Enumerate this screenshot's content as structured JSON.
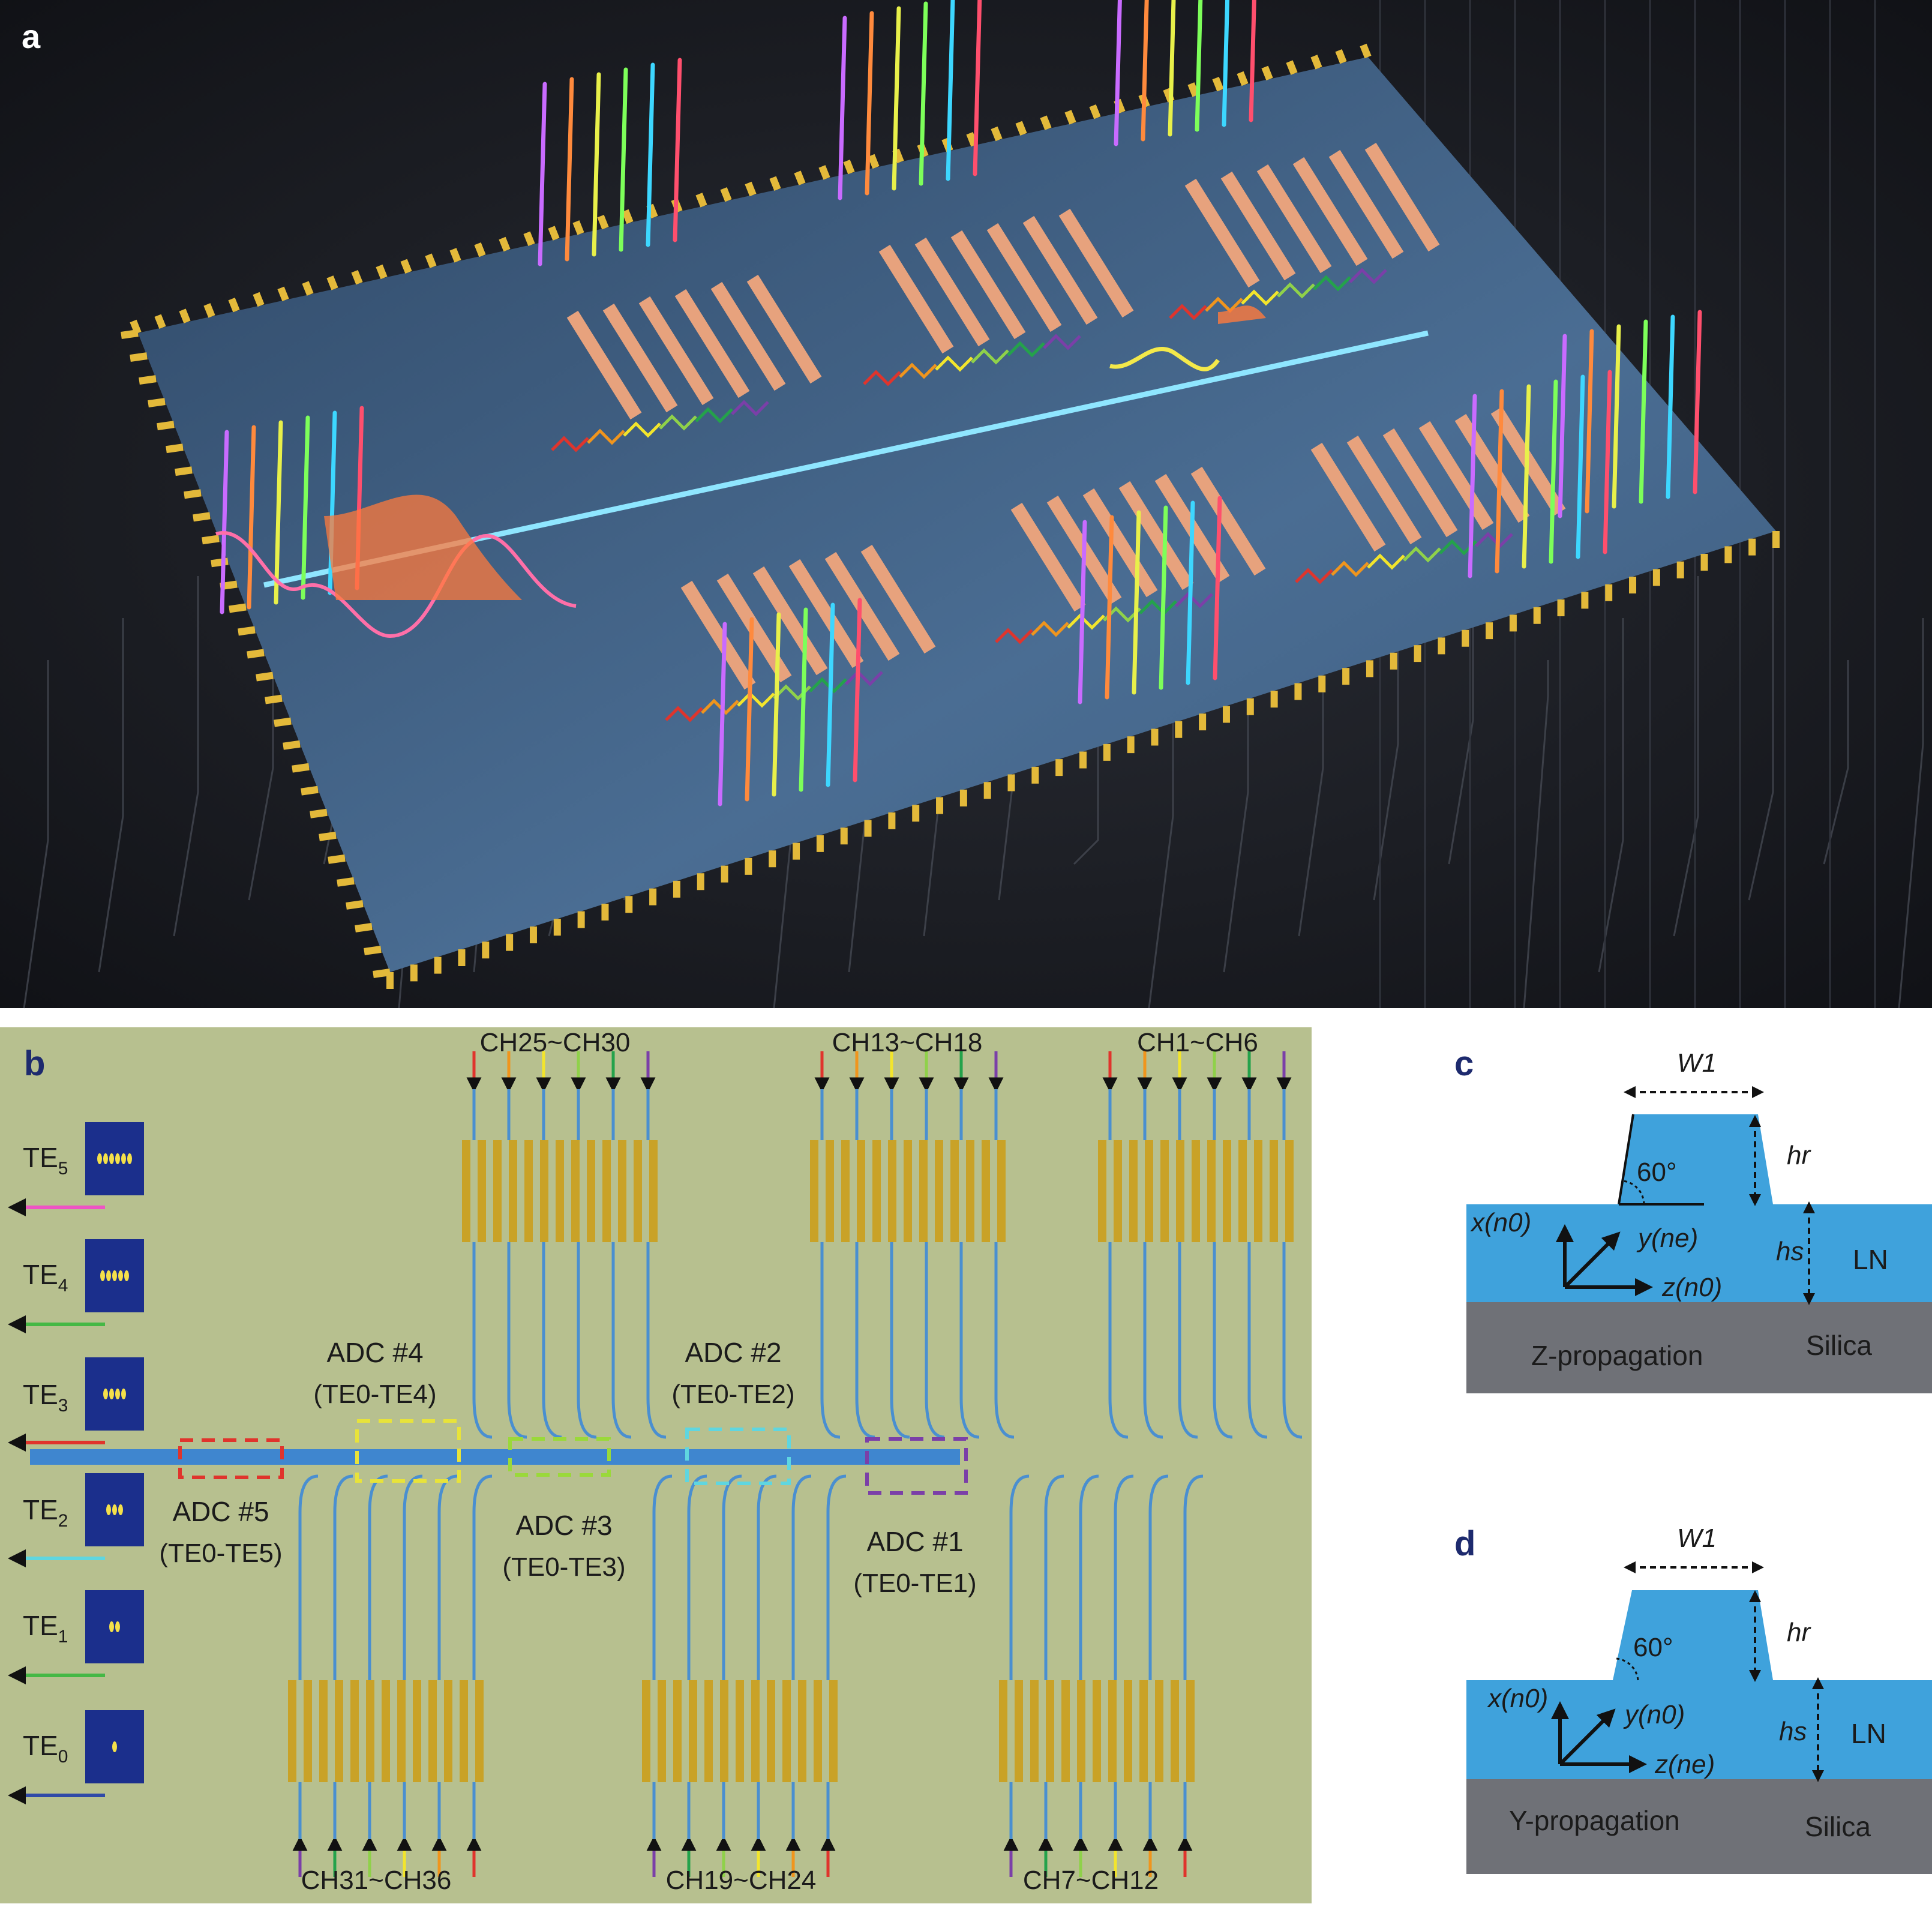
{
  "panels": {
    "a": {
      "letter": "a"
    },
    "b": {
      "letter": "b",
      "channel_groups_top": [
        "CH25~CH30",
        "CH13~CH18",
        "CH1~CH6"
      ],
      "channel_groups_bottom": [
        "CH31~CH36",
        "CH19~CH24",
        "CH7~CH12"
      ],
      "modes": [
        {
          "base": "TE",
          "sub": "5"
        },
        {
          "base": "TE",
          "sub": "4"
        },
        {
          "base": "TE",
          "sub": "3"
        },
        {
          "base": "TE",
          "sub": "2"
        },
        {
          "base": "TE",
          "sub": "1"
        },
        {
          "base": "TE",
          "sub": "0"
        }
      ],
      "adcs": [
        {
          "name": "ADC #4",
          "mode": "(TE0-TE4)",
          "color": "#e8e33a"
        },
        {
          "name": "ADC #2",
          "mode": "(TE0-TE2)",
          "color": "#5fd6e0"
        },
        {
          "name": "ADC #5",
          "mode": "(TE0-TE5)",
          "color": "#e0342c"
        },
        {
          "name": "ADC #3",
          "mode": "(TE0-TE3)",
          "color": "#9ad93a"
        },
        {
          "name": "ADC #1",
          "mode": "(TE0-TE1)",
          "color": "#7b3fa8"
        }
      ]
    },
    "c": {
      "letter": "c",
      "width_label": "W1",
      "angle_label": "60°",
      "h_r": "hr",
      "h_s": "hs",
      "axis_x": "x(n0)",
      "axis_y": "y(ne)",
      "axis_z": "z(n0)",
      "propagation": "Z-propagation",
      "film": "LN",
      "substrate": "Silica"
    },
    "d": {
      "letter": "d",
      "width_label": "W1",
      "angle_label": "60°",
      "h_r": "hr",
      "h_s": "hs",
      "axis_x": "x(n0)",
      "axis_y": "y(n0)",
      "axis_z": "z(ne)",
      "propagation": "Y-propagation",
      "film": "LN",
      "substrate": "Silica"
    }
  },
  "colors": {
    "panel_b_bg": "#b7c08f",
    "waveguide": "#4a8fd0",
    "electrode": "#c9a227",
    "ln": "#3fa2dc",
    "silica": "#6f7177",
    "chip": "#3f5d80"
  },
  "channel_arrow_colors": [
    "#e0342c",
    "#f0951d",
    "#f2e52c",
    "#8fd14a",
    "#24a24b",
    "#7b3fa8"
  ]
}
